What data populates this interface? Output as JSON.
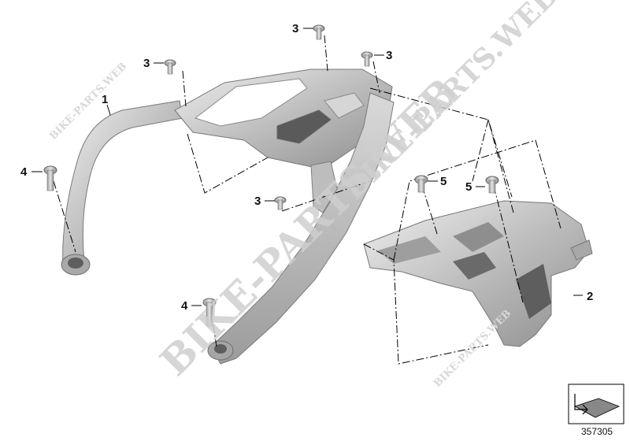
{
  "diagram": {
    "callouts": [
      {
        "id": "c1",
        "label": "1"
      },
      {
        "id": "c2",
        "label": "2"
      },
      {
        "id": "c3a",
        "label": "3"
      },
      {
        "id": "c3b",
        "label": "3"
      },
      {
        "id": "c3c",
        "label": "3"
      },
      {
        "id": "c3d",
        "label": "3"
      },
      {
        "id": "c4a",
        "label": "4"
      },
      {
        "id": "c4b",
        "label": "4"
      },
      {
        "id": "c5a",
        "label": "5"
      },
      {
        "id": "c5b",
        "label": "5"
      }
    ],
    "watermarks": {
      "main_diagonal": "BIKE-PARTS.WEB",
      "small_top_left": "BIKE-PARTS.WEB",
      "large_top_right": "BIKE-PARTS.WEB ©",
      "small_bottom_right": "BIKE-PARTS.WEB"
    },
    "document_number": "357305"
  },
  "colors": {
    "part_fill": "#c8c8c8",
    "part_shade": "#9a9a9a",
    "part_highlight": "#ececec",
    "line": "#000000"
  }
}
